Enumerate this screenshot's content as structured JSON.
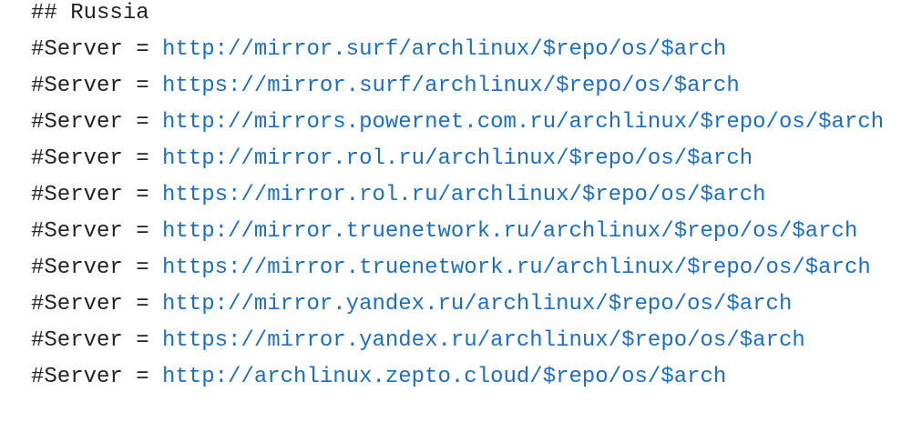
{
  "code": {
    "heading": "## Russia",
    "lines": [
      {
        "prefix": "#Server = ",
        "url": "http://mirror.surf/archlinux/$repo/os/$arch"
      },
      {
        "prefix": "#Server = ",
        "url": "https://mirror.surf/archlinux/$repo/os/$arch"
      },
      {
        "prefix": "#Server = ",
        "url": "http://mirrors.powernet.com.ru/archlinux/$repo/os/$arch"
      },
      {
        "prefix": "#Server = ",
        "url": "http://mirror.rol.ru/archlinux/$repo/os/$arch"
      },
      {
        "prefix": "#Server = ",
        "url": "https://mirror.rol.ru/archlinux/$repo/os/$arch"
      },
      {
        "prefix": "#Server = ",
        "url": "http://mirror.truenetwork.ru/archlinux/$repo/os/$arch"
      },
      {
        "prefix": "#Server = ",
        "url": "https://mirror.truenetwork.ru/archlinux/$repo/os/$arch"
      },
      {
        "prefix": "#Server = ",
        "url": "http://mirror.yandex.ru/archlinux/$repo/os/$arch"
      },
      {
        "prefix": "#Server = ",
        "url": "https://mirror.yandex.ru/archlinux/$repo/os/$arch"
      },
      {
        "prefix": "#Server = ",
        "url": "http://archlinux.zepto.cloud/$repo/os/$arch"
      }
    ]
  },
  "colors": {
    "text": "#222222",
    "link": "#1a6fc4",
    "background": "#ffffff"
  }
}
